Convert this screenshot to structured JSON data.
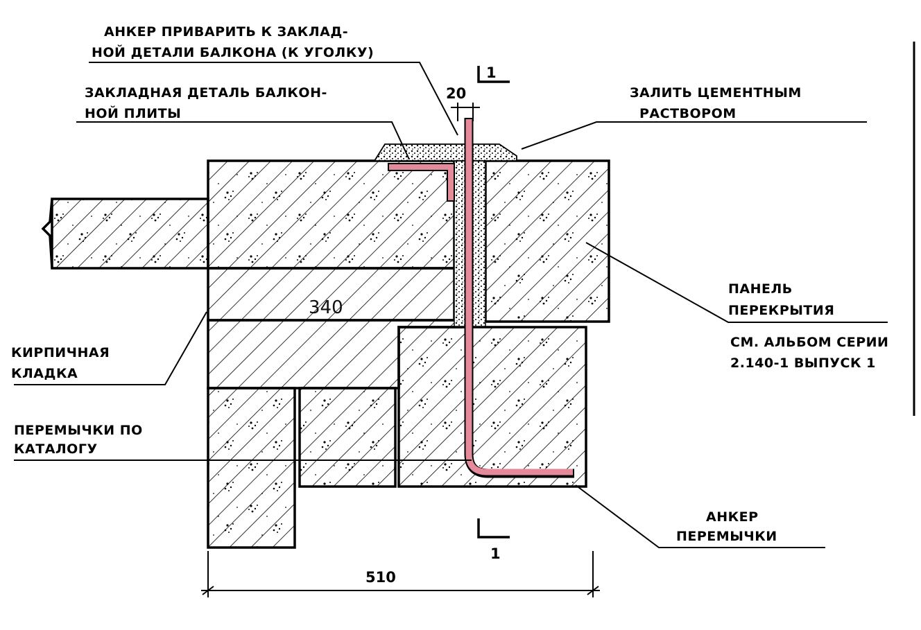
{
  "labels": {
    "anchor_weld": [
      "АНКЕР ПРИВАРИТЬ К ЗАКЛАД-",
      "НОЙ ДЕТАЛИ БАЛКОНА (К УГОЛКУ)"
    ],
    "embedded_part": [
      "ЗАКЛАДНАЯ ДЕТАЛЬ БАЛКОН-",
      "НОЙ ПЛИТЫ"
    ],
    "grout": [
      "ЗАЛИТЬ ЦЕМЕНТНЫМ",
      "РАСТВОРОМ"
    ],
    "floor_panel": [
      "ПАНЕЛЬ",
      "ПЕРЕКРЫТИЯ"
    ],
    "series_ref": [
      "СМ. АЛЬБОМ СЕРИИ",
      "2.140-1 ВЫПУСК 1"
    ],
    "brickwork": [
      "КИРПИЧНАЯ",
      "КЛАДКА"
    ],
    "lintels": [
      "ПЕРЕМЫЧКИ ПО",
      "КАТАЛОГУ"
    ],
    "lintel_anchor": [
      "АНКЕР",
      "ПЕРЕМЫЧКИ"
    ]
  },
  "dimensions": {
    "gap": "20",
    "wall_upper": "340",
    "wall_total": "510"
  },
  "section_marks": {
    "top": "1",
    "bottom": "1"
  },
  "colors": {
    "anchor": "#e58a9a",
    "line": "#000000",
    "hatch": "#000000"
  }
}
